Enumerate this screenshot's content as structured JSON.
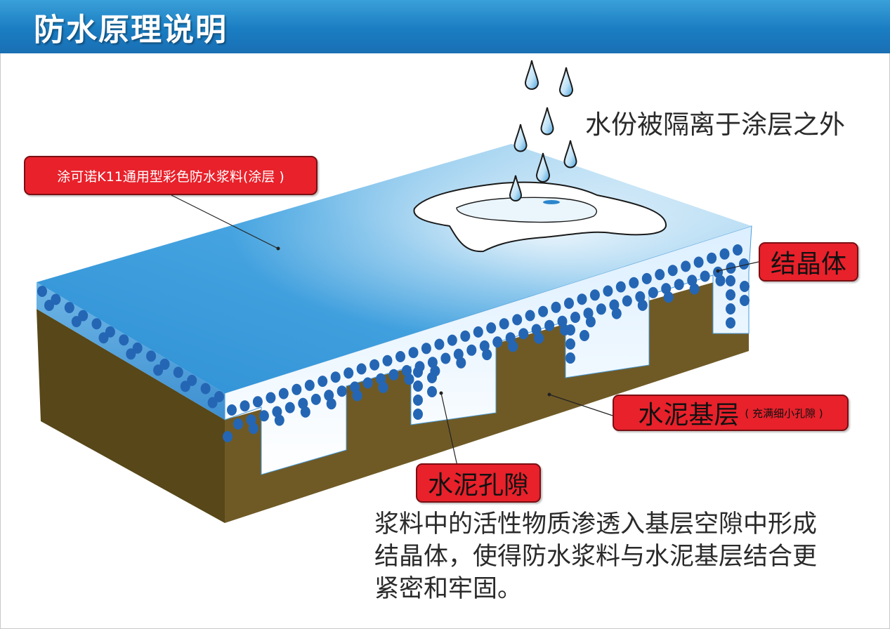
{
  "header": {
    "title": "防水原理说明"
  },
  "labels": {
    "coating": "涂可诺K11通用型彩色防水浆料(涂层 )",
    "crystal": "结晶体",
    "cement_main": "水泥基层",
    "cement_sub": "( 充满细小孔隙 )",
    "pore": "水泥孔隙"
  },
  "water_note": "水份被隔离于涂层之外",
  "description": {
    "line1": "浆料中的活性物质渗透入基层空隙中形成",
    "line2": "结晶体，使得防水浆料与水泥基层结合更",
    "line3": "紧密和牢固。"
  },
  "colors": {
    "header_blue": "#1a7dc2",
    "coating_blue": "#3f9fdc",
    "cement_brown": "#6f5a26",
    "particle_blue": "#2466b4",
    "label_red": "#e8212b"
  },
  "icons": [
    "water-drop-icon",
    "crystal-particle-icon"
  ]
}
